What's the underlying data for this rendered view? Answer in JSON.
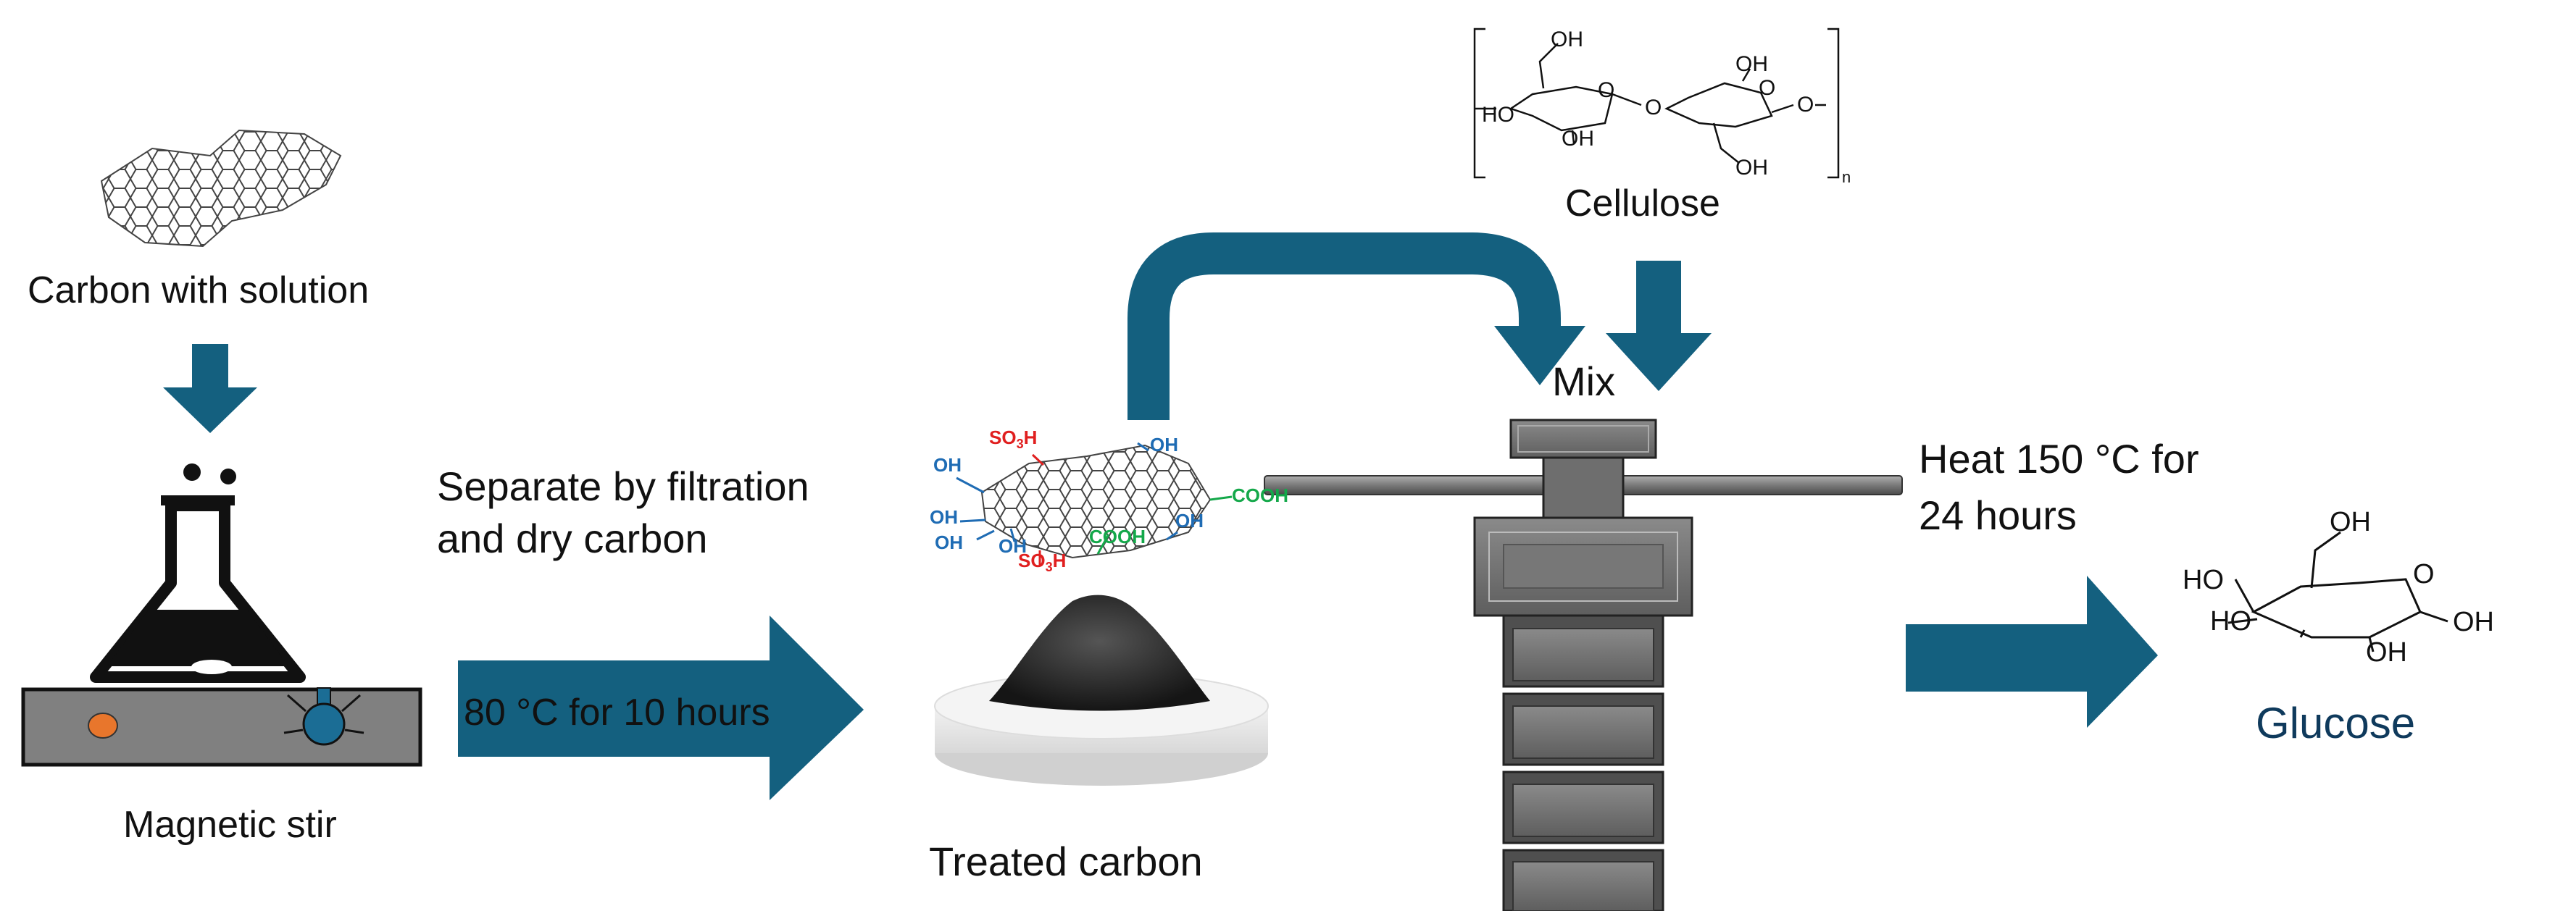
{
  "colors": {
    "arrow": "#14607f",
    "stir_base": "#808080",
    "stir_dot": "#e8762c",
    "stir_knob": "#1b6d95",
    "so3h": "#e01f1f",
    "oh": "#1f6cb4",
    "cooh": "#14a84a",
    "dark_blue_text": "#0f3a5c"
  },
  "labels": {
    "carbon_with_solution": "Carbon with solution",
    "magnetic_stir": "Magnetic stir",
    "separate_line1": "Separate by filtration",
    "separate_line2": "and dry carbon",
    "condition_80": "80 °C for 10 hours",
    "treated_carbon": "Treated carbon",
    "mix": "Mix",
    "heat_line1": "Heat 150 °C for",
    "heat_line2": "24 hours",
    "cellulose": "Cellulose",
    "glucose": "Glucose"
  },
  "chem": {
    "so3h": "SO",
    "so3h_sub": "3",
    "so3h_tail": "H",
    "oh": "OH",
    "ho": "HO",
    "cooh": "COOH",
    "o": "O",
    "n": "n"
  }
}
